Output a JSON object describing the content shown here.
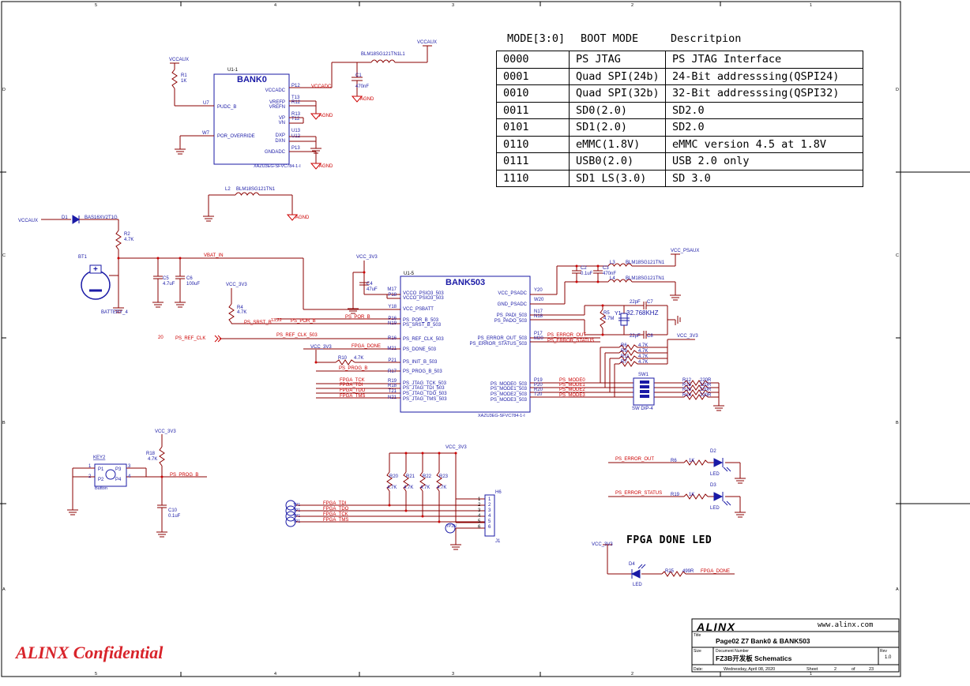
{
  "colors": {
    "wire": "#8b0000",
    "net": "#cc0000",
    "part": "#1a1aa6",
    "border": "#000000"
  },
  "frame": {
    "col_top": [
      "5",
      "4",
      "3",
      "2",
      "1"
    ],
    "col_bottom": [
      "5",
      "4",
      "3",
      "2",
      "1"
    ],
    "row_left": [
      "D",
      "C",
      "B",
      "A"
    ],
    "row_right": [
      "D",
      "C",
      "B",
      "A"
    ]
  },
  "boot_table": {
    "head_mode": "MODE[3:0]",
    "head_boot": "BOOT MODE",
    "head_desc": "Descritpion",
    "rows": [
      {
        "code": "0000",
        "mode": "PS JTAG",
        "desc": "PS JTAG Interface"
      },
      {
        "code": "0001",
        "mode": "Quad SPI(24b)",
        "desc": "24-Bit addresssing(QSPI24)"
      },
      {
        "code": "0010",
        "mode": "Quad SPI(32b)",
        "desc": "32-Bit addresssing(QSPI32)"
      },
      {
        "code": "0011",
        "mode": "SD0(2.0)",
        "desc": "SD2.0"
      },
      {
        "code": "0101",
        "mode": "SD1(2.0)",
        "desc": "SD2.0"
      },
      {
        "code": "0110",
        "mode": "eMMC(1.8V)",
        "desc": "eMMC version 4.5 at 1.8V"
      },
      {
        "code": "0111",
        "mode": "USB0(2.0)",
        "desc": "USB 2.0 only"
      },
      {
        "code": "1110",
        "mode": "SD1 LS(3.0)",
        "desc": "SD 3.0"
      }
    ]
  },
  "bank0": {
    "ref": "U1-1",
    "title": "BANK0",
    "part": "XAZU3EG-SFVC784-1-I",
    "pins_left": [
      {
        "num": "U7",
        "name": "PUDC_B"
      },
      {
        "num": "W7",
        "name": "POR_OVERRIDE"
      }
    ],
    "pins_right": [
      {
        "num": "P12",
        "name": "VCCADC"
      },
      {
        "num": "T13",
        "name": "VREFP"
      },
      {
        "num": "R12",
        "name": "VREFN"
      },
      {
        "num": "R13",
        "name": "VP"
      },
      {
        "num": "T12",
        "name": "VN"
      },
      {
        "num": "U13",
        "name": "DXP"
      },
      {
        "num": "U12",
        "name": "DXN"
      },
      {
        "num": "P13",
        "name": "GNDADC"
      }
    ],
    "vccaux": "VCCAUX",
    "r1_ref": "R1",
    "r1_val": "1K",
    "vccadc": "VCCADC",
    "c1_ref": "C1",
    "c1_val": "470nF",
    "l1": "BLM18SG121TN1L1",
    "vccaux2": "VCCAUX",
    "agnd": "AGND",
    "l2_ref": "L2",
    "l2_val": "BLM18SG121TN1"
  },
  "battery": {
    "vccaux": "VCCAUX",
    "d1_ref": "D1",
    "d1_val": "BAS16XV2T1G",
    "r2_ref": "R2",
    "r2_val": "4.7K",
    "bt_ref": "BT1",
    "bt_val": "BATTERY_4",
    "vbat": "VBAT_IN",
    "c5_ref": "C5",
    "c5_val": "4.7uF",
    "c6_ref": "C6",
    "c6_val": "100uF"
  },
  "bank503": {
    "ref": "U1-5",
    "title": "BANK503",
    "part": "XAZU3EG-SFVC784-1-I",
    "pins_left": [
      {
        "num": "M17",
        "name": "VCCO_PSIO3_503"
      },
      {
        "num": "P18",
        "name": "VCCO_PSIO3_503"
      },
      {
        "num": "Y18",
        "name": "VCC_PSBATT"
      },
      {
        "num": "P16",
        "name": "PS_POR_B_503"
      },
      {
        "num": "N19",
        "name": "PS_SRST_B_503"
      },
      {
        "num": "R16",
        "name": "PS_REF_CLK_503"
      },
      {
        "num": "M21",
        "name": "PS_DONE_503"
      },
      {
        "num": "P21",
        "name": "PS_INIT_B_503"
      },
      {
        "num": "R17",
        "name": "PS_PROG_B_503"
      },
      {
        "num": "R19",
        "name": "PS_JTAG_TCK_503"
      },
      {
        "num": "R18",
        "name": "PS_JTAG_TDI_503"
      },
      {
        "num": "T21",
        "name": "PS_JTAG_TDO_503"
      },
      {
        "num": "N21",
        "name": "PS_JTAG_TMS_503"
      }
    ],
    "pins_right": [
      {
        "num": "Y20",
        "name": "VCC_PSADC"
      },
      {
        "num": "W20",
        "name": "GND_PSADC"
      },
      {
        "num": "N17",
        "name": "PS_PADI_503"
      },
      {
        "num": "N18",
        "name": "PS_PADO_503"
      },
      {
        "num": "P17",
        "name": "PS_ERROR_OUT_503"
      },
      {
        "num": "M20",
        "name": "PS_ERROR_STATUS_503"
      },
      {
        "num": "P19",
        "name": "PS_MODE0_503"
      },
      {
        "num": "P20",
        "name": "PS_MODE1_503"
      },
      {
        "num": "R20",
        "name": "PS_MODE2_503"
      },
      {
        "num": "T20",
        "name": "PS_MODE3_503"
      }
    ]
  },
  "nets": {
    "vcc3v3": "VCC_3V3",
    "c4_ref": "C4",
    "c4_val": "47uF",
    "r4_ref": "R4",
    "r4_val": "4.7K",
    "ps_srst": "PS_SRST_B",
    "ps_srst_pages": "13,22",
    "ps_por": "PS_POR_B",
    "ps_por2": "PS_POR_B",
    "ref_clk_page": "20",
    "ps_ref_clk": "PS_REF_CLK",
    "ps_ref_clk_503": "PS_REF_CLK_503",
    "fpga_done": "FPGA_DONE",
    "r10_ref": "R10",
    "r10_val": "4.7K",
    "ps_prog": "PS_PROG_B",
    "fpga_tck": "FPGA_TCK",
    "fpga_tdi": "FPGA_TDI",
    "fpga_tdo": "FPGA_TDO",
    "fpga_tms": "FPGA_TMS",
    "vcc_psaux": "VCC_PSAUX",
    "c2_ref": "C2",
    "c2_val": "0.1uF",
    "c3_ref": "C3",
    "c3_val": "470nF",
    "l3_ref": "L3",
    "l3_val": "BLM18SG121TN1",
    "l4_ref": "L4",
    "l4_val": "BLM18SG121TN1",
    "c7_ref": "C7",
    "c7_val": "22pF",
    "c8_ref": "C8",
    "c8_val": "22pF",
    "y1_ref": "Y1",
    "y1_val": "32.768KHZ",
    "r5_ref": "R5",
    "r5_val": "4.7M",
    "ps_err_out": "PS_ERROR_OUT",
    "ps_err_status": "PS_ERROR_STATUS",
    "modes": [
      "PS_MODE0",
      "PS_MODE1",
      "PS_MODE2",
      "PS_MODE3"
    ],
    "r_pull": [
      {
        "ref": "R6",
        "val": "4.7K"
      },
      {
        "ref": "R9",
        "val": "4.7K"
      },
      {
        "ref": "R11",
        "val": "4.7K"
      },
      {
        "ref": "R7",
        "val": "4.7K"
      }
    ],
    "r_series": [
      {
        "ref": "R12",
        "val": "220R"
      },
      {
        "ref": "R15",
        "val": "220R"
      },
      {
        "ref": "R16",
        "val": "220R"
      },
      {
        "ref": "R14",
        "val": "220R"
      }
    ],
    "sw_ref": "SW1",
    "sw_val": "SW DIP-4"
  },
  "key": {
    "ref": "KEY2",
    "val": "Button",
    "p1": "P1",
    "p2": "P2",
    "p3": "P3",
    "p4": "P4",
    "n1": "1",
    "n2": "2",
    "n3": "3",
    "n4": "4",
    "vcc": "VCC_3V3",
    "r18_ref": "R18",
    "r18_val": "4.7K",
    "net": "PS_PROG_B",
    "c10_ref": "C10",
    "c10_val": "0.1uF"
  },
  "jtag": {
    "vcc": "VCC_3V3",
    "resistors": [
      {
        "ref": "R20",
        "val": "4.7K"
      },
      {
        "ref": "R21",
        "val": "4.7K"
      },
      {
        "ref": "R22",
        "val": "4.7K"
      },
      {
        "ref": "R23",
        "val": "4.7K"
      }
    ],
    "nets": [
      "FPGA_TDI",
      "FPGA_TDO",
      "FPGA_TCK",
      "FPGA_TMS"
    ],
    "tps": [
      "TP1",
      "TP1",
      "TP1",
      "TP1"
    ],
    "tp_gnd": "TP2N",
    "h_ref": "H6",
    "j_ref": "J1",
    "pins": [
      "1",
      "2",
      "3",
      "4",
      "5",
      "6"
    ]
  },
  "leds": {
    "err_out": "PS_ERROR_OUT",
    "r6_ref": "R6",
    "r6_val": "1K",
    "d2_ref": "D2",
    "d2_val": "LED",
    "err_status": "PS_ERROR_STATUS",
    "r19_ref": "R19",
    "r19_val": "1K",
    "d3_ref": "D3",
    "d3_val": "LED",
    "done_title": "FPGA DONE LED",
    "vcc": "VCC_3V3",
    "d4_ref": "D4",
    "d4_val": "LED",
    "r25_ref": "R25",
    "r25_val": "499R",
    "done_net": "FPGA_DONE"
  },
  "title_block": {
    "logo": "ALINX",
    "url": "www.alinx.com",
    "title_label": "Title",
    "title": "Page02 Z7 Bank0 & BANK503",
    "size_label": "Size",
    "docnum_label": "Document Number",
    "docnum": "FZ3B开发板 Schematics",
    "rev_label": "Rev",
    "rev": "1.0",
    "date_label": "Date:",
    "date": "Wednesday, April 08, 2020",
    "sheet_label": "Sheet",
    "sheet": "2",
    "of_label": "of",
    "of": "23"
  },
  "confidential": "ALINX Confidential"
}
